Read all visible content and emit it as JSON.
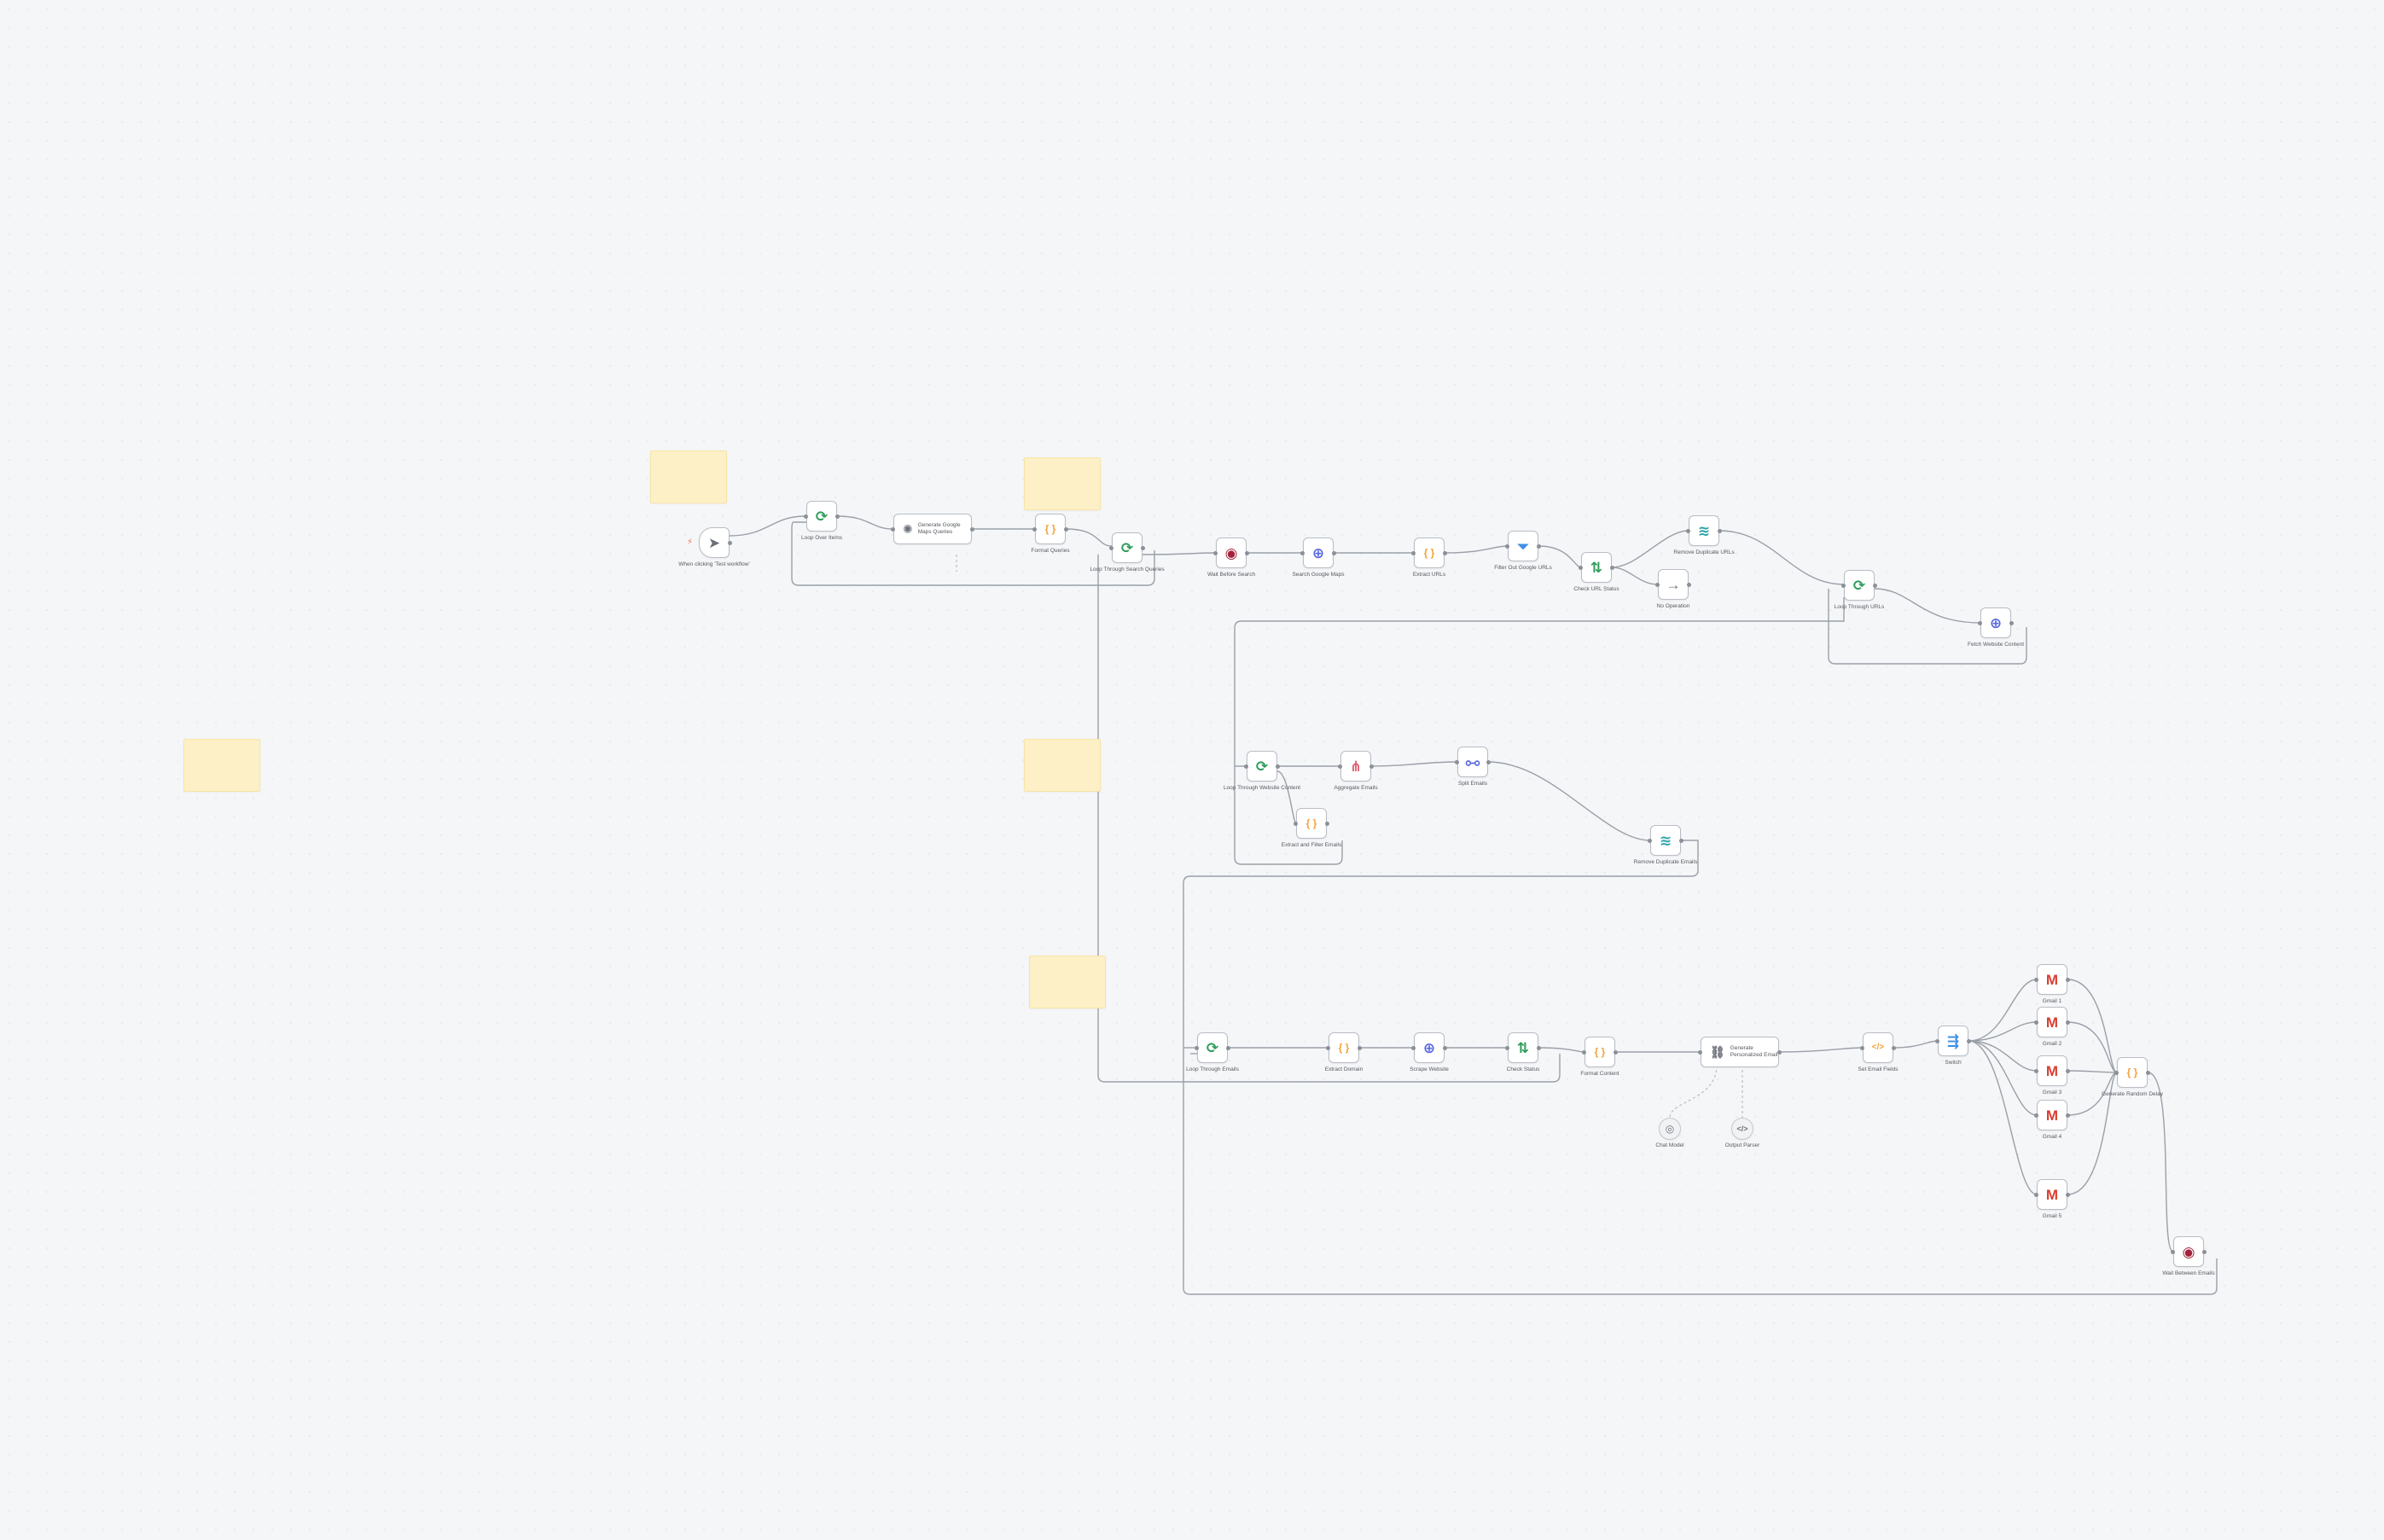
{
  "theme": {
    "background": "#f5f6f8",
    "wire": "#9aa0a8",
    "sticky": "#fdf0c6",
    "node_border": "#b9bdc4",
    "icon_colors": {
      "green": "#2e9d5a",
      "orange": "#f2a33a",
      "blue": "#5566e0",
      "red": "#a3223b",
      "teal": "#2aa3a8",
      "pink": "#e05d6f",
      "gray": "#6b7078",
      "filter_blue": "#3f8fe6"
    }
  },
  "nodes": {
    "n1": {
      "label": "When clicking 'Test workflow'",
      "icon": "cursor-icon",
      "glyph": "➤",
      "color": "gray"
    },
    "n2": {
      "label": "Loop Over Items",
      "icon": "loop-icon",
      "glyph": "⟳",
      "color": "green"
    },
    "n3": {
      "label": "Generate Google Maps Queries",
      "icon": "ai-agent-icon",
      "glyph": "✺",
      "color": "gray"
    },
    "n4": {
      "label": "Format Queries",
      "icon": "code-icon",
      "glyph": "{ }",
      "color": "orange"
    },
    "n5": {
      "label": "Loop Through Search Queries",
      "icon": "loop-icon",
      "glyph": "⟳",
      "color": "green"
    },
    "n6": {
      "label": "Wait Before Search",
      "icon": "wait-icon",
      "glyph": "◉",
      "color": "red"
    },
    "n7": {
      "label": "Search Google Maps",
      "icon": "globe-icon",
      "glyph": "⊕",
      "color": "blue"
    },
    "n8": {
      "label": "Extract URLs",
      "icon": "code-icon",
      "glyph": "{ }",
      "color": "orange"
    },
    "n9": {
      "label": "Filter Out Google URLs",
      "icon": "filter-icon",
      "glyph": "⏷",
      "color": "filter_blue"
    },
    "n10": {
      "label": "Check URL Status",
      "icon": "if-icon",
      "glyph": "⇅",
      "color": "green"
    },
    "n11": {
      "label": "Remove Duplicate URLs",
      "icon": "dedupe-icon",
      "glyph": "≋",
      "color": "teal"
    },
    "n12": {
      "label": "No Operation",
      "icon": "arrow-right-icon",
      "glyph": "→",
      "color": "gray"
    },
    "n13": {
      "label": "Loop Through URLs",
      "icon": "loop-icon",
      "glyph": "⟳",
      "color": "green"
    },
    "n14": {
      "label": "Fetch Website Content",
      "icon": "globe-icon",
      "glyph": "⊕",
      "color": "blue"
    },
    "n15": {
      "label": "Loop Through Website Content",
      "icon": "loop-icon",
      "glyph": "⟳",
      "color": "green"
    },
    "n16": {
      "label": "Aggregate Emails",
      "icon": "aggregate-icon",
      "glyph": "⋔",
      "color": "pink"
    },
    "n17": {
      "label": "Split Emails",
      "icon": "split-icon",
      "glyph": "⧟",
      "color": "blue"
    },
    "n18": {
      "label": "Remove Duplicate Emails",
      "icon": "dedupe-icon",
      "glyph": "≋",
      "color": "teal"
    },
    "n19": {
      "label": "Extract and Filter Emails",
      "icon": "code-icon",
      "glyph": "{ }",
      "color": "orange"
    },
    "n20": {
      "label": "Loop Through Emails",
      "icon": "loop-icon",
      "glyph": "⟳",
      "color": "green"
    },
    "n21": {
      "label": "Extract Domain",
      "icon": "code-icon",
      "glyph": "{ }",
      "color": "orange"
    },
    "n22": {
      "label": "Scrape Website",
      "icon": "globe-icon",
      "glyph": "⊕",
      "color": "blue"
    },
    "n23": {
      "label": "Check Status",
      "icon": "if-icon",
      "glyph": "⇅",
      "color": "green"
    },
    "n24": {
      "label": "Format Content",
      "icon": "code-icon",
      "glyph": "{ }",
      "color": "orange"
    },
    "n25": {
      "label": "Generate Personalized Email",
      "icon": "ai-chain-icon",
      "glyph": "⛓",
      "color": "gray"
    },
    "n26": {
      "label": "Chat Model",
      "icon": "model-icon",
      "glyph": "◎",
      "color": "gray"
    },
    "n27": {
      "label": "Output Parser",
      "icon": "parser-icon",
      "glyph": "</>",
      "color": "gray"
    },
    "n28": {
      "label": "Set Email Fields",
      "icon": "html-icon",
      "glyph": "</>",
      "color": "orange"
    },
    "n29": {
      "label": "Switch",
      "icon": "switch-icon",
      "glyph": "⇶",
      "color": "filter_blue"
    },
    "n30": {
      "label": "Gmail 1",
      "icon": "gmail-icon",
      "glyph": "M",
      "color": "red"
    },
    "n31": {
      "label": "Gmail 2",
      "icon": "gmail-icon",
      "glyph": "M",
      "color": "red"
    },
    "n32": {
      "label": "Gmail 3",
      "icon": "gmail-icon",
      "glyph": "M",
      "color": "red"
    },
    "n33": {
      "label": "Gmail 4",
      "icon": "gmail-icon",
      "glyph": "M",
      "color": "red"
    },
    "n34": {
      "label": "Gmail 5",
      "icon": "gmail-icon",
      "glyph": "M",
      "color": "red"
    },
    "n35": {
      "label": "Generate Random Delay",
      "icon": "code-icon",
      "glyph": "{ }",
      "color": "orange"
    },
    "n36": {
      "label": "Wait Between Emails",
      "icon": "wait-icon",
      "glyph": "◉",
      "color": "red"
    }
  }
}
